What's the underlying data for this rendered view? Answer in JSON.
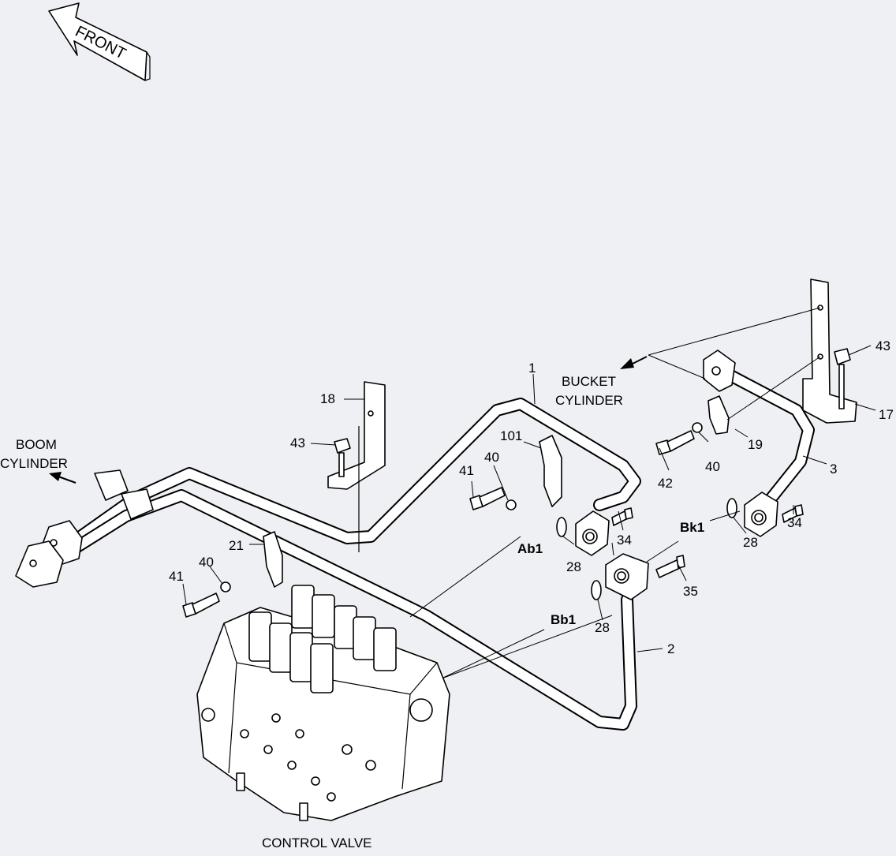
{
  "front_label": "FRONT",
  "destinations": {
    "bucket_line1": "BUCKET",
    "bucket_line2": "CYLINDER",
    "boom_line1": "BOOM",
    "boom_line2": "CYLINDER",
    "control_valve": "CONTROL VALVE"
  },
  "ports": {
    "ab1": "Ab1",
    "bb1": "Bb1",
    "bk1": "Bk1"
  },
  "callouts": {
    "c1": "1",
    "c2": "2",
    "c3": "3",
    "c17": "17",
    "c18": "18",
    "c19": "19",
    "c21": "21",
    "c28a": "28",
    "c28b": "28",
    "c28c": "28",
    "c34a": "34",
    "c34b": "34",
    "c35": "35",
    "c40a": "40",
    "c40b": "40",
    "c40c": "40",
    "c41a": "41",
    "c41b": "41",
    "c42": "42",
    "c43a": "43",
    "c43b": "43",
    "c101": "101"
  }
}
